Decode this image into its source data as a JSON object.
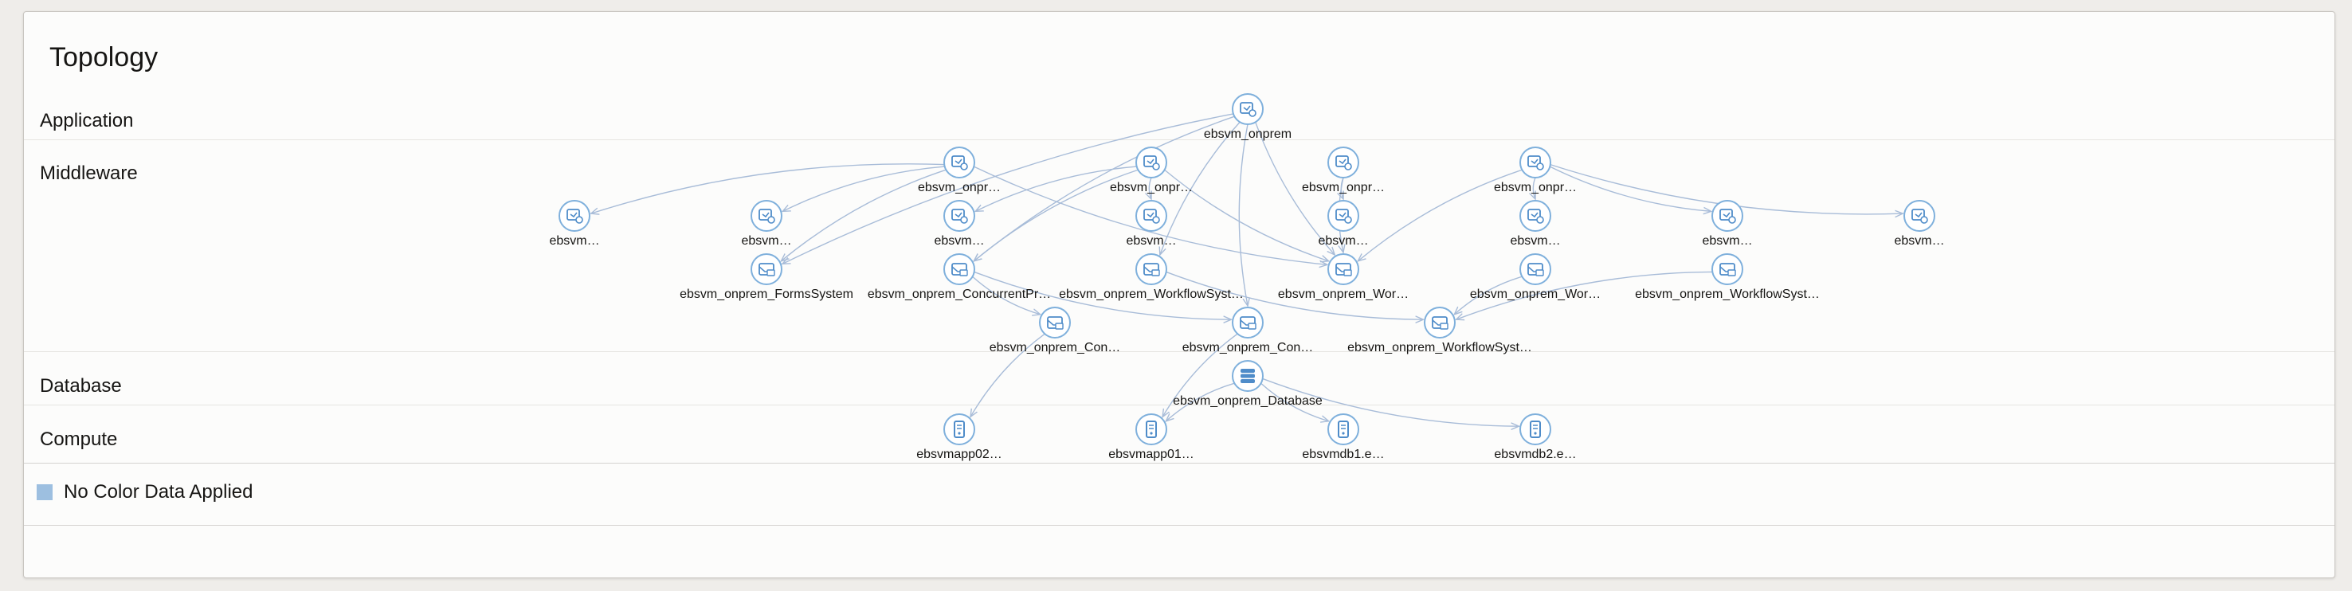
{
  "title": "Topology",
  "tiers": [
    {
      "id": "application",
      "label": "Application"
    },
    {
      "id": "middleware",
      "label": "Middleware"
    },
    {
      "id": "database",
      "label": "Database"
    },
    {
      "id": "compute",
      "label": "Compute"
    }
  ],
  "legend": {
    "label": "No Color Data Applied",
    "color": "#9dbfe0"
  },
  "colors": {
    "node_stroke": "#7fb0dc",
    "node_fill": "#ffffff",
    "icon": "#4f8cc9",
    "edge": "#a8bcd8"
  },
  "nodes": [
    {
      "id": "app",
      "type": "application",
      "label": "ebsvm_onprem"
    },
    {
      "id": "m1",
      "type": "application",
      "label": "ebsvm_onpr…"
    },
    {
      "id": "m2",
      "type": "application",
      "label": "ebsvm_onpr…"
    },
    {
      "id": "m3",
      "type": "application",
      "label": "ebsvm_onpr…"
    },
    {
      "id": "m4",
      "type": "application",
      "label": "ebsvm_onpr…"
    },
    {
      "id": "s1",
      "type": "application",
      "label": "ebsvm…"
    },
    {
      "id": "s2",
      "type": "application",
      "label": "ebsvm…"
    },
    {
      "id": "s3",
      "type": "application",
      "label": "ebsvm…"
    },
    {
      "id": "s4",
      "type": "application",
      "label": "ebsvm…"
    },
    {
      "id": "s5",
      "type": "application",
      "label": "ebsvm…"
    },
    {
      "id": "s6",
      "type": "application",
      "label": "ebsvm…"
    },
    {
      "id": "s7",
      "type": "application",
      "label": "ebsvm…"
    },
    {
      "id": "s8",
      "type": "application",
      "label": "ebsvm…"
    },
    {
      "id": "c1",
      "type": "system",
      "label": "ebsvm_onprem_FormsSystem"
    },
    {
      "id": "c2",
      "type": "system",
      "label": "ebsvm_onprem_ConcurrentPr…"
    },
    {
      "id": "c3",
      "type": "system",
      "label": "ebsvm_onprem_WorkflowSyst…"
    },
    {
      "id": "c4",
      "type": "system",
      "label": "ebsvm_onprem_Wor…"
    },
    {
      "id": "c5",
      "type": "system",
      "label": "ebsvm_onprem_Wor…"
    },
    {
      "id": "c6",
      "type": "system",
      "label": "ebsvm_onprem_WorkflowSyst…"
    },
    {
      "id": "d1",
      "type": "system",
      "label": "ebsvm_onprem_Con…"
    },
    {
      "id": "d2",
      "type": "system",
      "label": "ebsvm_onprem_Con…"
    },
    {
      "id": "d3",
      "type": "system",
      "label": "ebsvm_onprem_WorkflowSyst…"
    },
    {
      "id": "db",
      "type": "database",
      "label": "ebsvm_onprem_Database"
    },
    {
      "id": "h1",
      "type": "host",
      "label": "ebsvmapp02…"
    },
    {
      "id": "h2",
      "type": "host",
      "label": "ebsvmapp01…"
    },
    {
      "id": "h3",
      "type": "host",
      "label": "ebsvmdb1.e…"
    },
    {
      "id": "h4",
      "type": "host",
      "label": "ebsvmdb2.e…"
    }
  ],
  "edges": [
    [
      "m1",
      "s1"
    ],
    [
      "m1",
      "s2"
    ],
    [
      "m1",
      "c1"
    ],
    [
      "m1",
      "c4"
    ],
    [
      "m2",
      "s3"
    ],
    [
      "m2",
      "s4"
    ],
    [
      "m2",
      "c2"
    ],
    [
      "m2",
      "c4"
    ],
    [
      "m3",
      "s5"
    ],
    [
      "m3",
      "c4"
    ],
    [
      "m4",
      "s6"
    ],
    [
      "m4",
      "s7"
    ],
    [
      "m4",
      "s8"
    ],
    [
      "m4",
      "c4"
    ],
    [
      "app",
      "c1"
    ],
    [
      "app",
      "c2"
    ],
    [
      "app",
      "c4"
    ],
    [
      "app",
      "d2"
    ],
    [
      "app",
      "c3"
    ],
    [
      "c2",
      "d1"
    ],
    [
      "c2",
      "d2"
    ],
    [
      "c3",
      "d3"
    ],
    [
      "c5",
      "d3"
    ],
    [
      "c6",
      "d3"
    ],
    [
      "d2",
      "h2"
    ],
    [
      "d1",
      "h1"
    ],
    [
      "db",
      "h2"
    ],
    [
      "db",
      "h3"
    ],
    [
      "db",
      "h4"
    ]
  ]
}
